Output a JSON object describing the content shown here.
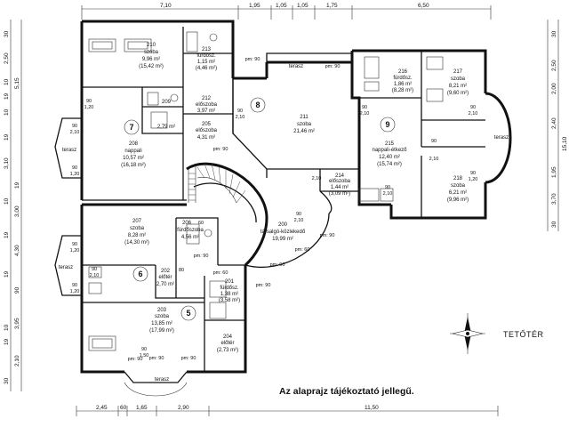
{
  "title": "TETŐTÉR",
  "note": "Az alaprajz tájékoztató jellegű.",
  "dimensions": {
    "top": [
      "7,10",
      "1,95",
      "1,05",
      "1,05",
      "1,75",
      "6,50"
    ],
    "bottom": [
      "2,45",
      "60",
      "1,65",
      "2,90",
      "11,50"
    ],
    "left": [
      "30",
      "2,50",
      "10",
      "19",
      "5,15",
      "10",
      "19",
      "3,10",
      "19",
      "10",
      "3,00",
      "19",
      "4,30",
      "19",
      "90",
      "3,95",
      "10",
      "19",
      "2,10",
      "30"
    ],
    "right": [
      "30",
      "2,50",
      "2,00",
      "2,40",
      "15,10",
      "1,95",
      "3,70",
      "30"
    ]
  },
  "rooms": [
    {
      "id": "210",
      "name": "szoba",
      "area": "9,96 m²",
      "paren": "(15,42 m²)"
    },
    {
      "id": "213",
      "name": "fürdősz.",
      "area": "1,15 m²",
      "paren": "(4,46 m²)"
    },
    {
      "id": "211",
      "name": "szoba",
      "area": "21,46 m²"
    },
    {
      "id": "216",
      "name": "fürdősz.",
      "area": "1,86 m²",
      "paren": "(8,28 m²)"
    },
    {
      "id": "217",
      "name": "szoba",
      "area": "8,21 m²",
      "paren": "(9,60 m²)"
    },
    {
      "id": "209",
      "name": "",
      "area": "2,79 m²"
    },
    {
      "id": "212",
      "name": "előszoba",
      "area": "3,97 m²"
    },
    {
      "id": "205",
      "name": "előszoba",
      "area": "4,31 m²"
    },
    {
      "id": "208",
      "name": "nappali",
      "area": "10,57 m²",
      "paren": "(16,18 m²)"
    },
    {
      "id": "215",
      "name": "nappali-étkező",
      "area": "12,40 m²",
      "paren": "(15,74 m²)"
    },
    {
      "id": "214",
      "name": "előszoba",
      "area": "1,44 m²",
      "paren": "(3,09 m²)"
    },
    {
      "id": "218",
      "name": "szoba",
      "area": "6,21 m²",
      "paren": "(9,96 m²)"
    },
    {
      "id": "200",
      "name": "társalgó-közlekedő",
      "area": "19,99 m²"
    },
    {
      "id": "207",
      "name": "szoba",
      "area": "8,28 m²",
      "paren": "(14,30 m²)"
    },
    {
      "id": "206",
      "name": "fürdőszoba",
      "area": "4,56 m²"
    },
    {
      "id": "202",
      "name": "előtér",
      "area": "2,70 m²"
    },
    {
      "id": "201",
      "name": "fürdősz.",
      "area": "1,38 m²",
      "paren": "(3,58 m²)"
    },
    {
      "id": "203",
      "name": "szoba",
      "area": "13,85 m²",
      "paren": "(17,99 m²)"
    },
    {
      "id": "204",
      "name": "előtér",
      "area": "(2,73 m²)"
    }
  ],
  "units": [
    "7",
    "8",
    "9",
    "6",
    "5"
  ],
  "terrace_label": "terasz",
  "openings": {
    "pm90": "pm: 90",
    "pm60": "pm: 60",
    "w90": "90",
    "w120": "1,20",
    "w210": "2,10",
    "w150": "1,50",
    "w60": "60",
    "w80": "80"
  }
}
